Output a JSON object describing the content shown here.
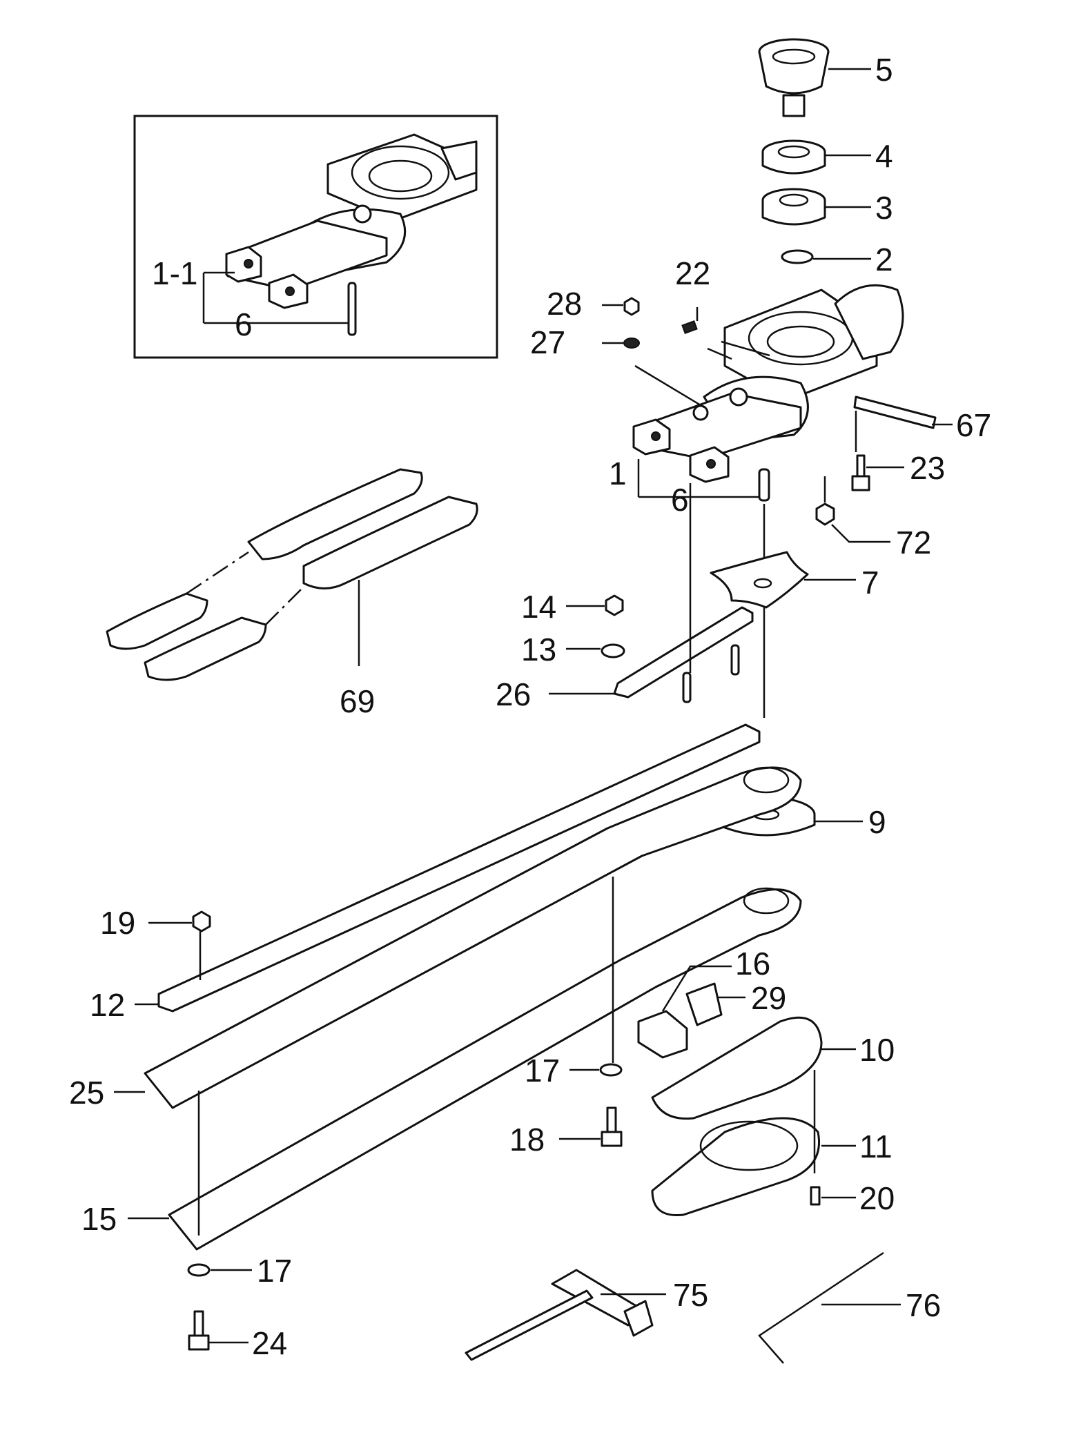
{
  "diagram": {
    "type": "exploded parts diagram",
    "labels": [
      {
        "id": "5",
        "text": "5"
      },
      {
        "id": "4",
        "text": "4"
      },
      {
        "id": "3",
        "text": "3"
      },
      {
        "id": "2",
        "text": "2"
      },
      {
        "id": "22",
        "text": "22"
      },
      {
        "id": "28",
        "text": "28"
      },
      {
        "id": "27",
        "text": "27"
      },
      {
        "id": "67",
        "text": "67"
      },
      {
        "id": "23",
        "text": "23"
      },
      {
        "id": "1",
        "text": "1"
      },
      {
        "id": "6",
        "text": "6"
      },
      {
        "id": "72",
        "text": "72"
      },
      {
        "id": "7",
        "text": "7"
      },
      {
        "id": "14",
        "text": "14"
      },
      {
        "id": "13",
        "text": "13"
      },
      {
        "id": "26",
        "text": "26"
      },
      {
        "id": "69",
        "text": "69"
      },
      {
        "id": "9",
        "text": "9"
      },
      {
        "id": "19",
        "text": "19"
      },
      {
        "id": "16",
        "text": "16"
      },
      {
        "id": "29",
        "text": "29"
      },
      {
        "id": "12",
        "text": "12"
      },
      {
        "id": "10",
        "text": "10"
      },
      {
        "id": "17a",
        "text": "17"
      },
      {
        "id": "25",
        "text": "25"
      },
      {
        "id": "18",
        "text": "18"
      },
      {
        "id": "11",
        "text": "11"
      },
      {
        "id": "20",
        "text": "20"
      },
      {
        "id": "15",
        "text": "15"
      },
      {
        "id": "17b",
        "text": "17"
      },
      {
        "id": "75",
        "text": "75"
      },
      {
        "id": "76",
        "text": "76"
      },
      {
        "id": "24",
        "text": "24"
      },
      {
        "id": "1-1",
        "text": "1-1"
      },
      {
        "id": "6b",
        "text": "6"
      }
    ]
  }
}
